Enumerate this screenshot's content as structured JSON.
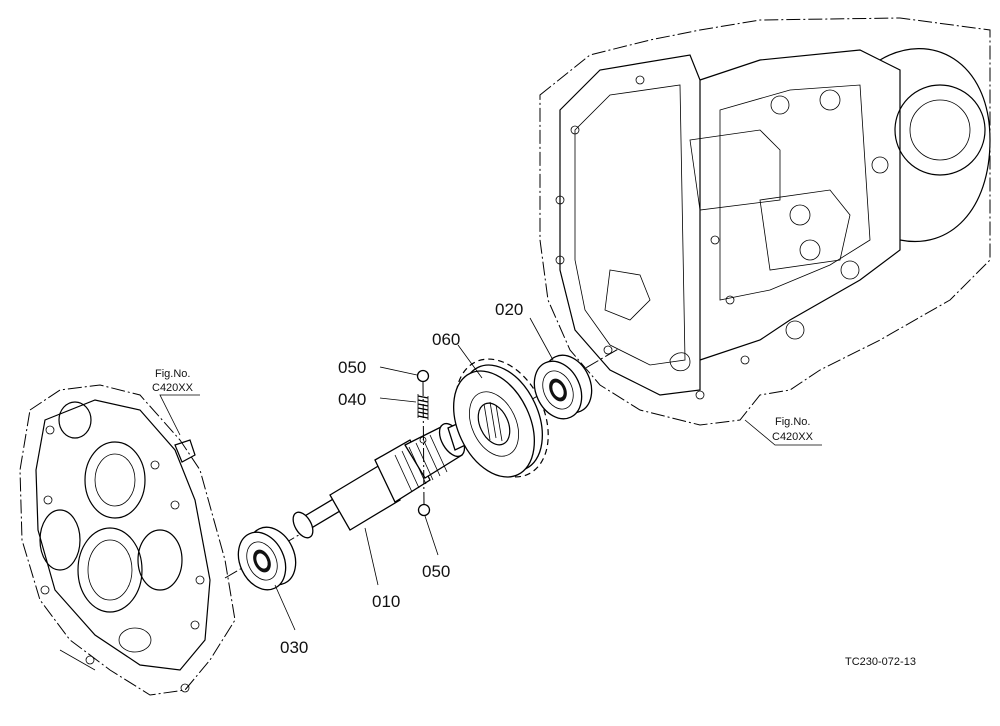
{
  "drawing_number": "TC230-072-13",
  "figure_refs": [
    {
      "label": "Fig.No.",
      "code": "C420XX"
    },
    {
      "label": "Fig.No.",
      "code": "C420XX"
    }
  ],
  "parts": [
    {
      "number": "010"
    },
    {
      "number": "020"
    },
    {
      "number": "030"
    },
    {
      "number": "040"
    },
    {
      "number": "050"
    },
    {
      "number": "050"
    },
    {
      "number": "060"
    }
  ]
}
